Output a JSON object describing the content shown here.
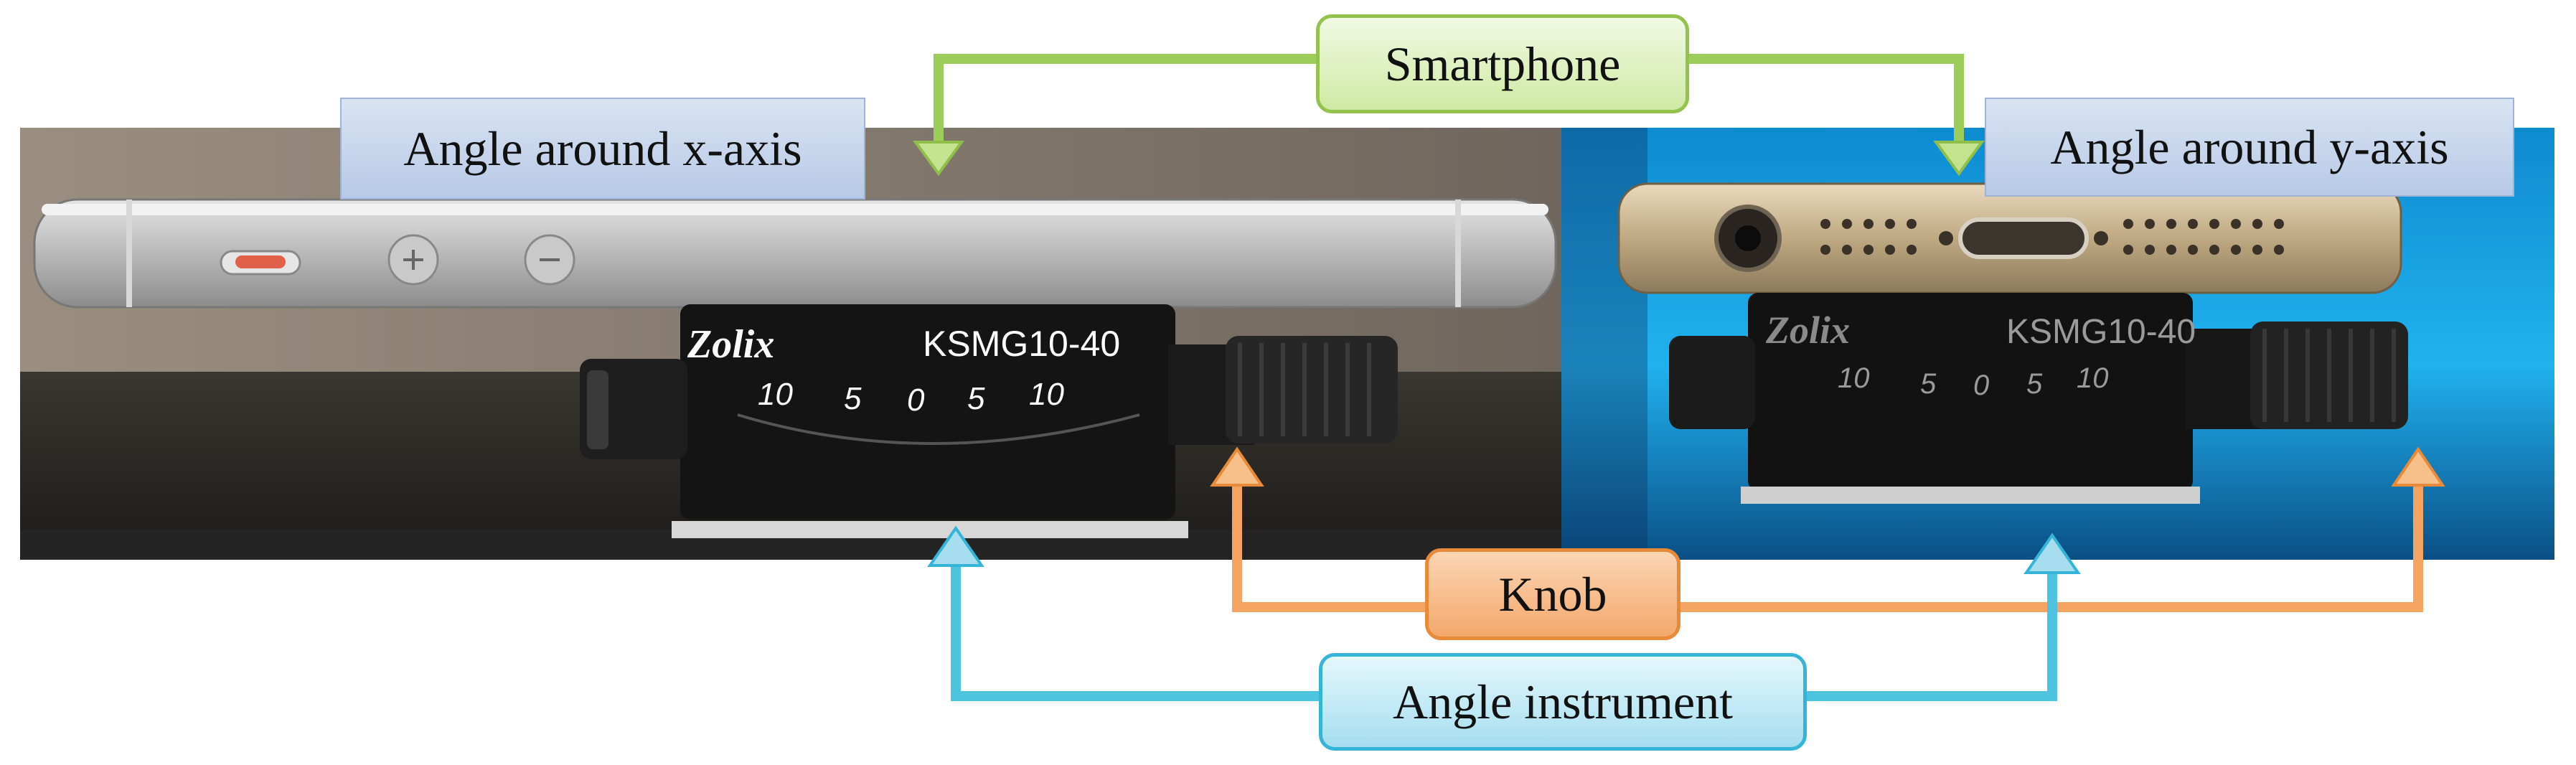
{
  "labels": {
    "angle_x": "Angle around x-axis",
    "angle_y": "Angle around y-axis"
  },
  "callouts": {
    "smartphone": "Smartphone",
    "knob": "Knob",
    "angle_instrument": "Angle instrument"
  },
  "instrument": {
    "brand": "Zolix",
    "model": "KSMG10-40",
    "scale": [
      "10",
      "5",
      "0",
      "5",
      "10"
    ]
  },
  "colors": {
    "smartphone_arrow": "#9ccc5a",
    "knob_arrow": "#f4a460",
    "instrument_arrow": "#4ec3e0",
    "label_fill": "#c6d4ec",
    "right_background": "#1aa7e4"
  }
}
